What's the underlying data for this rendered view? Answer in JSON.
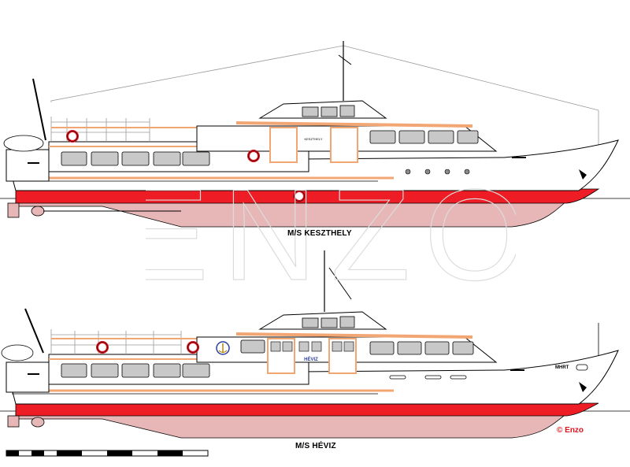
{
  "ships": [
    {
      "label": "M/S KESZTHELY",
      "hull_name": "KESZTHELY",
      "bow_mark": ""
    },
    {
      "label": "M/S HÉVIZ",
      "hull_name": "HÉVIZ",
      "bow_mark": "MHRT"
    }
  ],
  "credit": "© Enzo",
  "watermark_text": "ENZO",
  "colors": {
    "hull_white": "#ffffff",
    "boot_red": "#ee1c24",
    "underwater": "#e7b7b7",
    "deck_orange": "#f2a673",
    "outline": "#000000",
    "window_gray": "#c8c8c8"
  },
  "icons": {
    "lifebuoy": "lifebuoy-icon",
    "anchor": "anchor-icon",
    "bitt": "bollard-icon"
  }
}
